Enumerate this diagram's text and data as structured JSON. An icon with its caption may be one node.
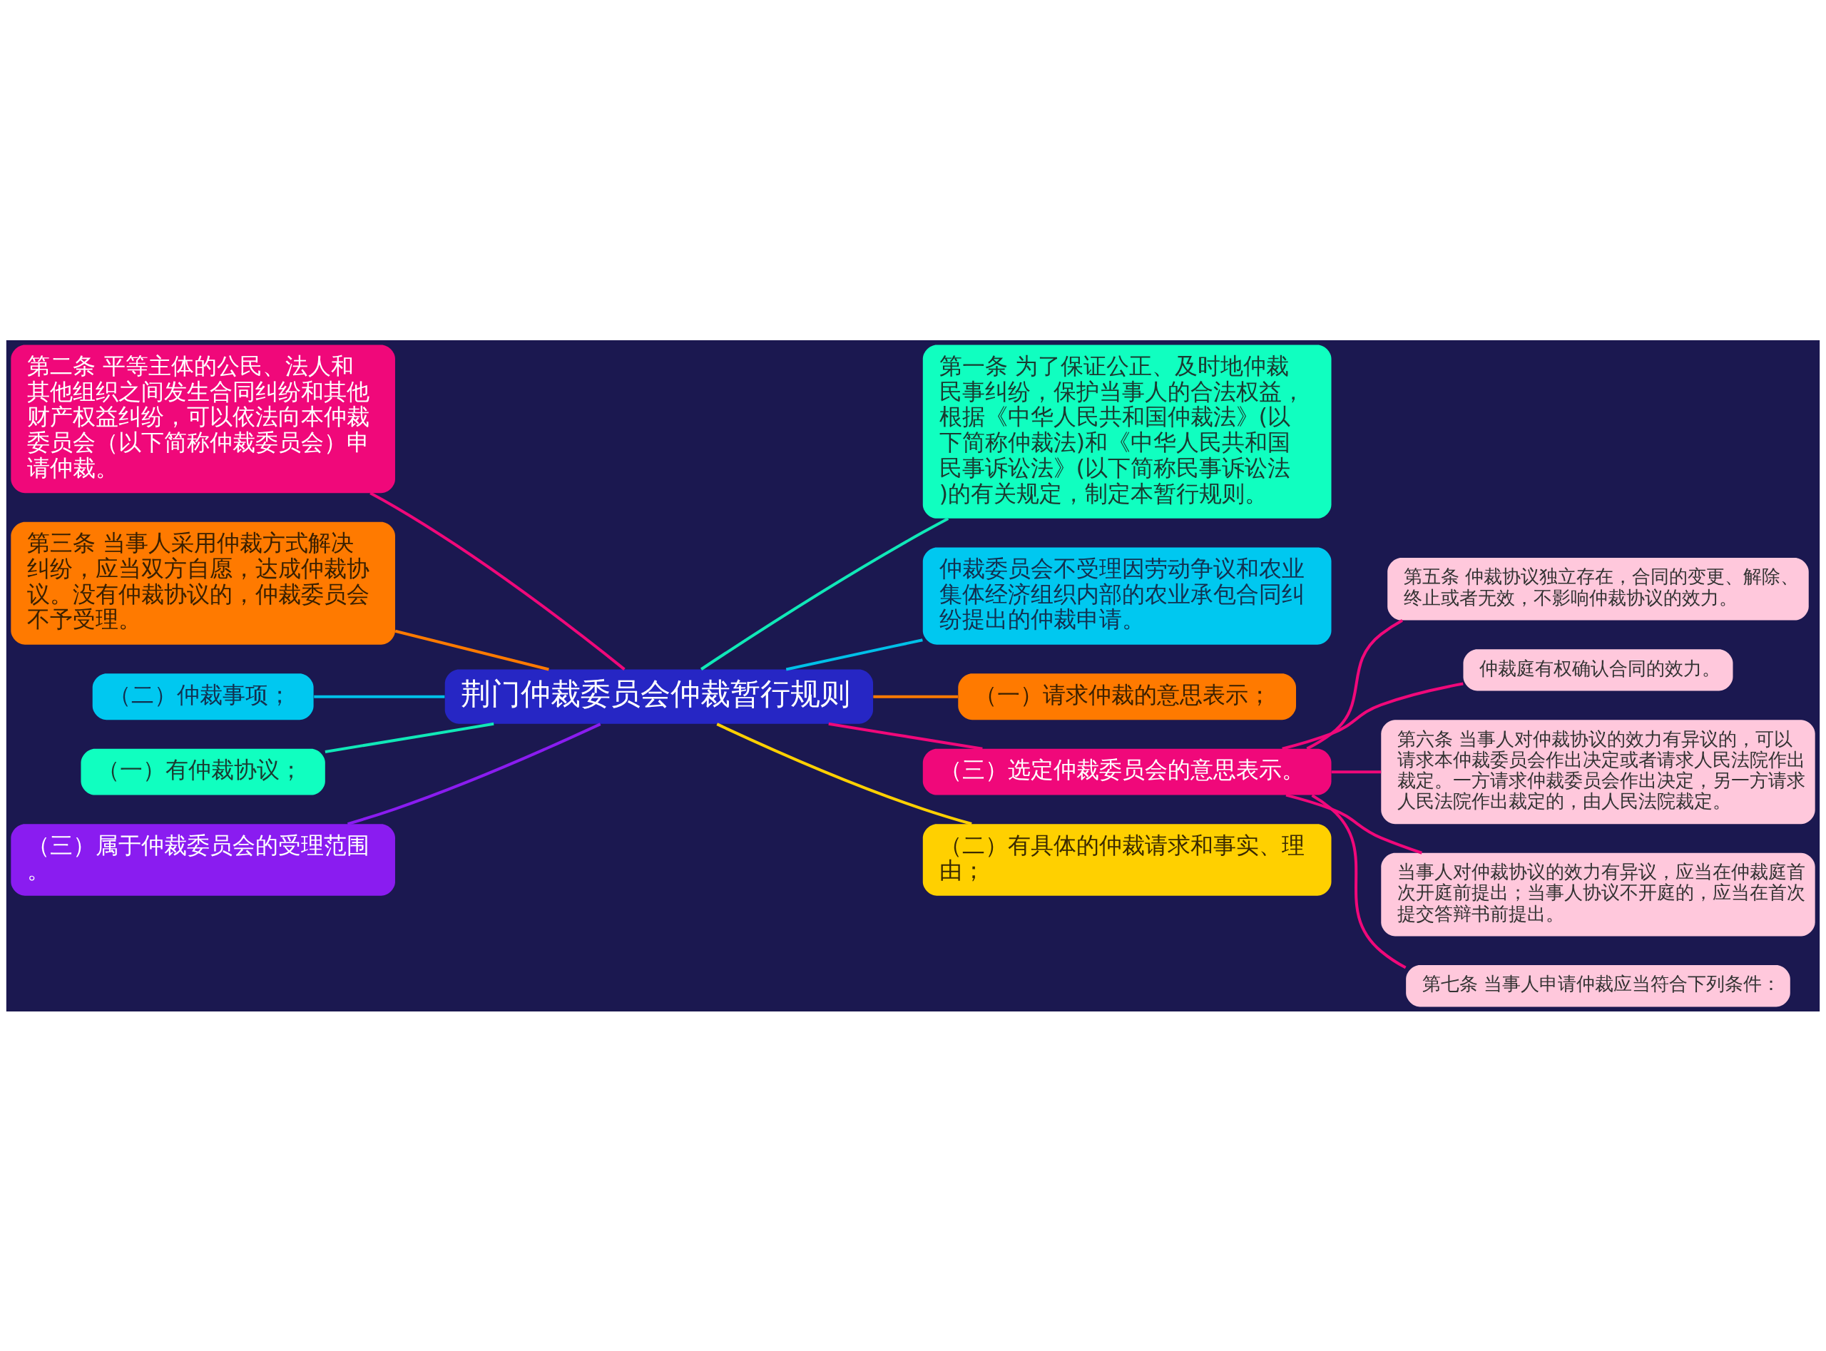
{
  "diagram": {
    "nodes": [
      {
        "text": [
          "荆门仲裁委员会仲裁暂行规则"
        ]
      },
      {
        "text": [
          "第一条 为了保证公正、及时地仲裁民事纠纷，保护当事人的合法权益，根据《中华人民共和国仲裁法》(以下简称仲裁法)和《中华人民共和国民事诉讼法》(以下简称民事诉讼法)的有关规定，制定本暂行规则。"
        ]
      },
      {
        "text": [
          "仲裁委员会不受理因劳动争议和农业集体经济组织内部的农业承包合同纠纷提出的仲裁申请。"
        ]
      },
      {
        "text": [
          "（一）请求仲裁的意思表示；"
        ]
      },
      {
        "text": [
          "（三）选定仲裁委员会的意思表示。"
        ]
      },
      {
        "text": [
          "第五条 仲裁协议独立存在，合同的变更、解除、终止或者无效，不影响仲裁协议的效力。"
        ]
      },
      {
        "text": [
          "仲裁庭有权确认合同的效力。"
        ]
      },
      {
        "text": [
          "第六条 当事人对仲裁协议的效力有异议的，可以请求本仲裁委员会作出决定或者请求人民法院作出裁定。一方请求仲裁委员会作出决定，另一方请求人民法院作出裁定的，由人民法院裁定。"
        ]
      },
      {
        "text": [
          "当事人对仲裁协议的效力有异议，应当在仲裁庭首次开庭前提出；当事人协议不开庭的，应当在首次提交答辩书前提出。"
        ]
      },
      {
        "text": [
          "第七条 当事人申请仲裁应当符合下列条件："
        ]
      },
      {
        "text": [
          "（二）有具体的仲裁请求和事实、理由；"
        ]
      },
      {
        "text": [
          "第二条 平等主体的公民、法人和其他组织之间发生合同纠纷和其他财产权益纠纷，可以依法向本仲裁委员会（以下简称仲裁委员会）申请仲裁。"
        ]
      },
      {
        "text": [
          "第三条 当事人采用仲裁方式解决纠纷，应当双方自愿，达成仲裁协议。没有仲裁协议的，仲裁委员会不予受理。"
        ]
      },
      {
        "text": [
          "（二）仲裁事项；"
        ]
      },
      {
        "text": [
          "（一）有仲裁协议；"
        ]
      },
      {
        "text": [
          "（三）属于仲裁委员会的受理范围。"
        ]
      }
    ],
    "edges": [
      {
        "from": 0,
        "to": 1,
        "arrow": "none",
        "color": "#10e8b8"
      },
      {
        "from": 0,
        "to": 2,
        "arrow": "none",
        "color": "#00c0e8"
      },
      {
        "from": 0,
        "to": 3,
        "arrow": "none",
        "color": "#ff7a00"
      },
      {
        "from": 0,
        "to": 4,
        "arrow": "none"
      },
      {
        "from": 4,
        "to": 5,
        "arrow": "none"
      },
      {
        "from": 4,
        "to": 6,
        "arrow": "none"
      },
      {
        "from": 4,
        "to": 7,
        "arrow": "none"
      },
      {
        "from": 4,
        "to": 8,
        "arrow": "none"
      },
      {
        "from": 4,
        "to": 9,
        "arrow": "none"
      },
      {
        "from": 0,
        "to": 10,
        "arrow": "none",
        "color": "#ffd000"
      },
      {
        "from": 0,
        "to": 11,
        "arrow": "none"
      },
      {
        "from": 0,
        "to": 12,
        "arrow": "none",
        "color": "#ff7a00"
      },
      {
        "from": 0,
        "to": 13,
        "arrow": "none",
        "color": "#00c0e8"
      },
      {
        "from": 0,
        "to": 14,
        "arrow": "none",
        "color": "#10e8b8"
      },
      {
        "from": 0,
        "to": 15,
        "arrow": "none",
        "color": "#8a1cf0"
      }
    ]
  }
}
